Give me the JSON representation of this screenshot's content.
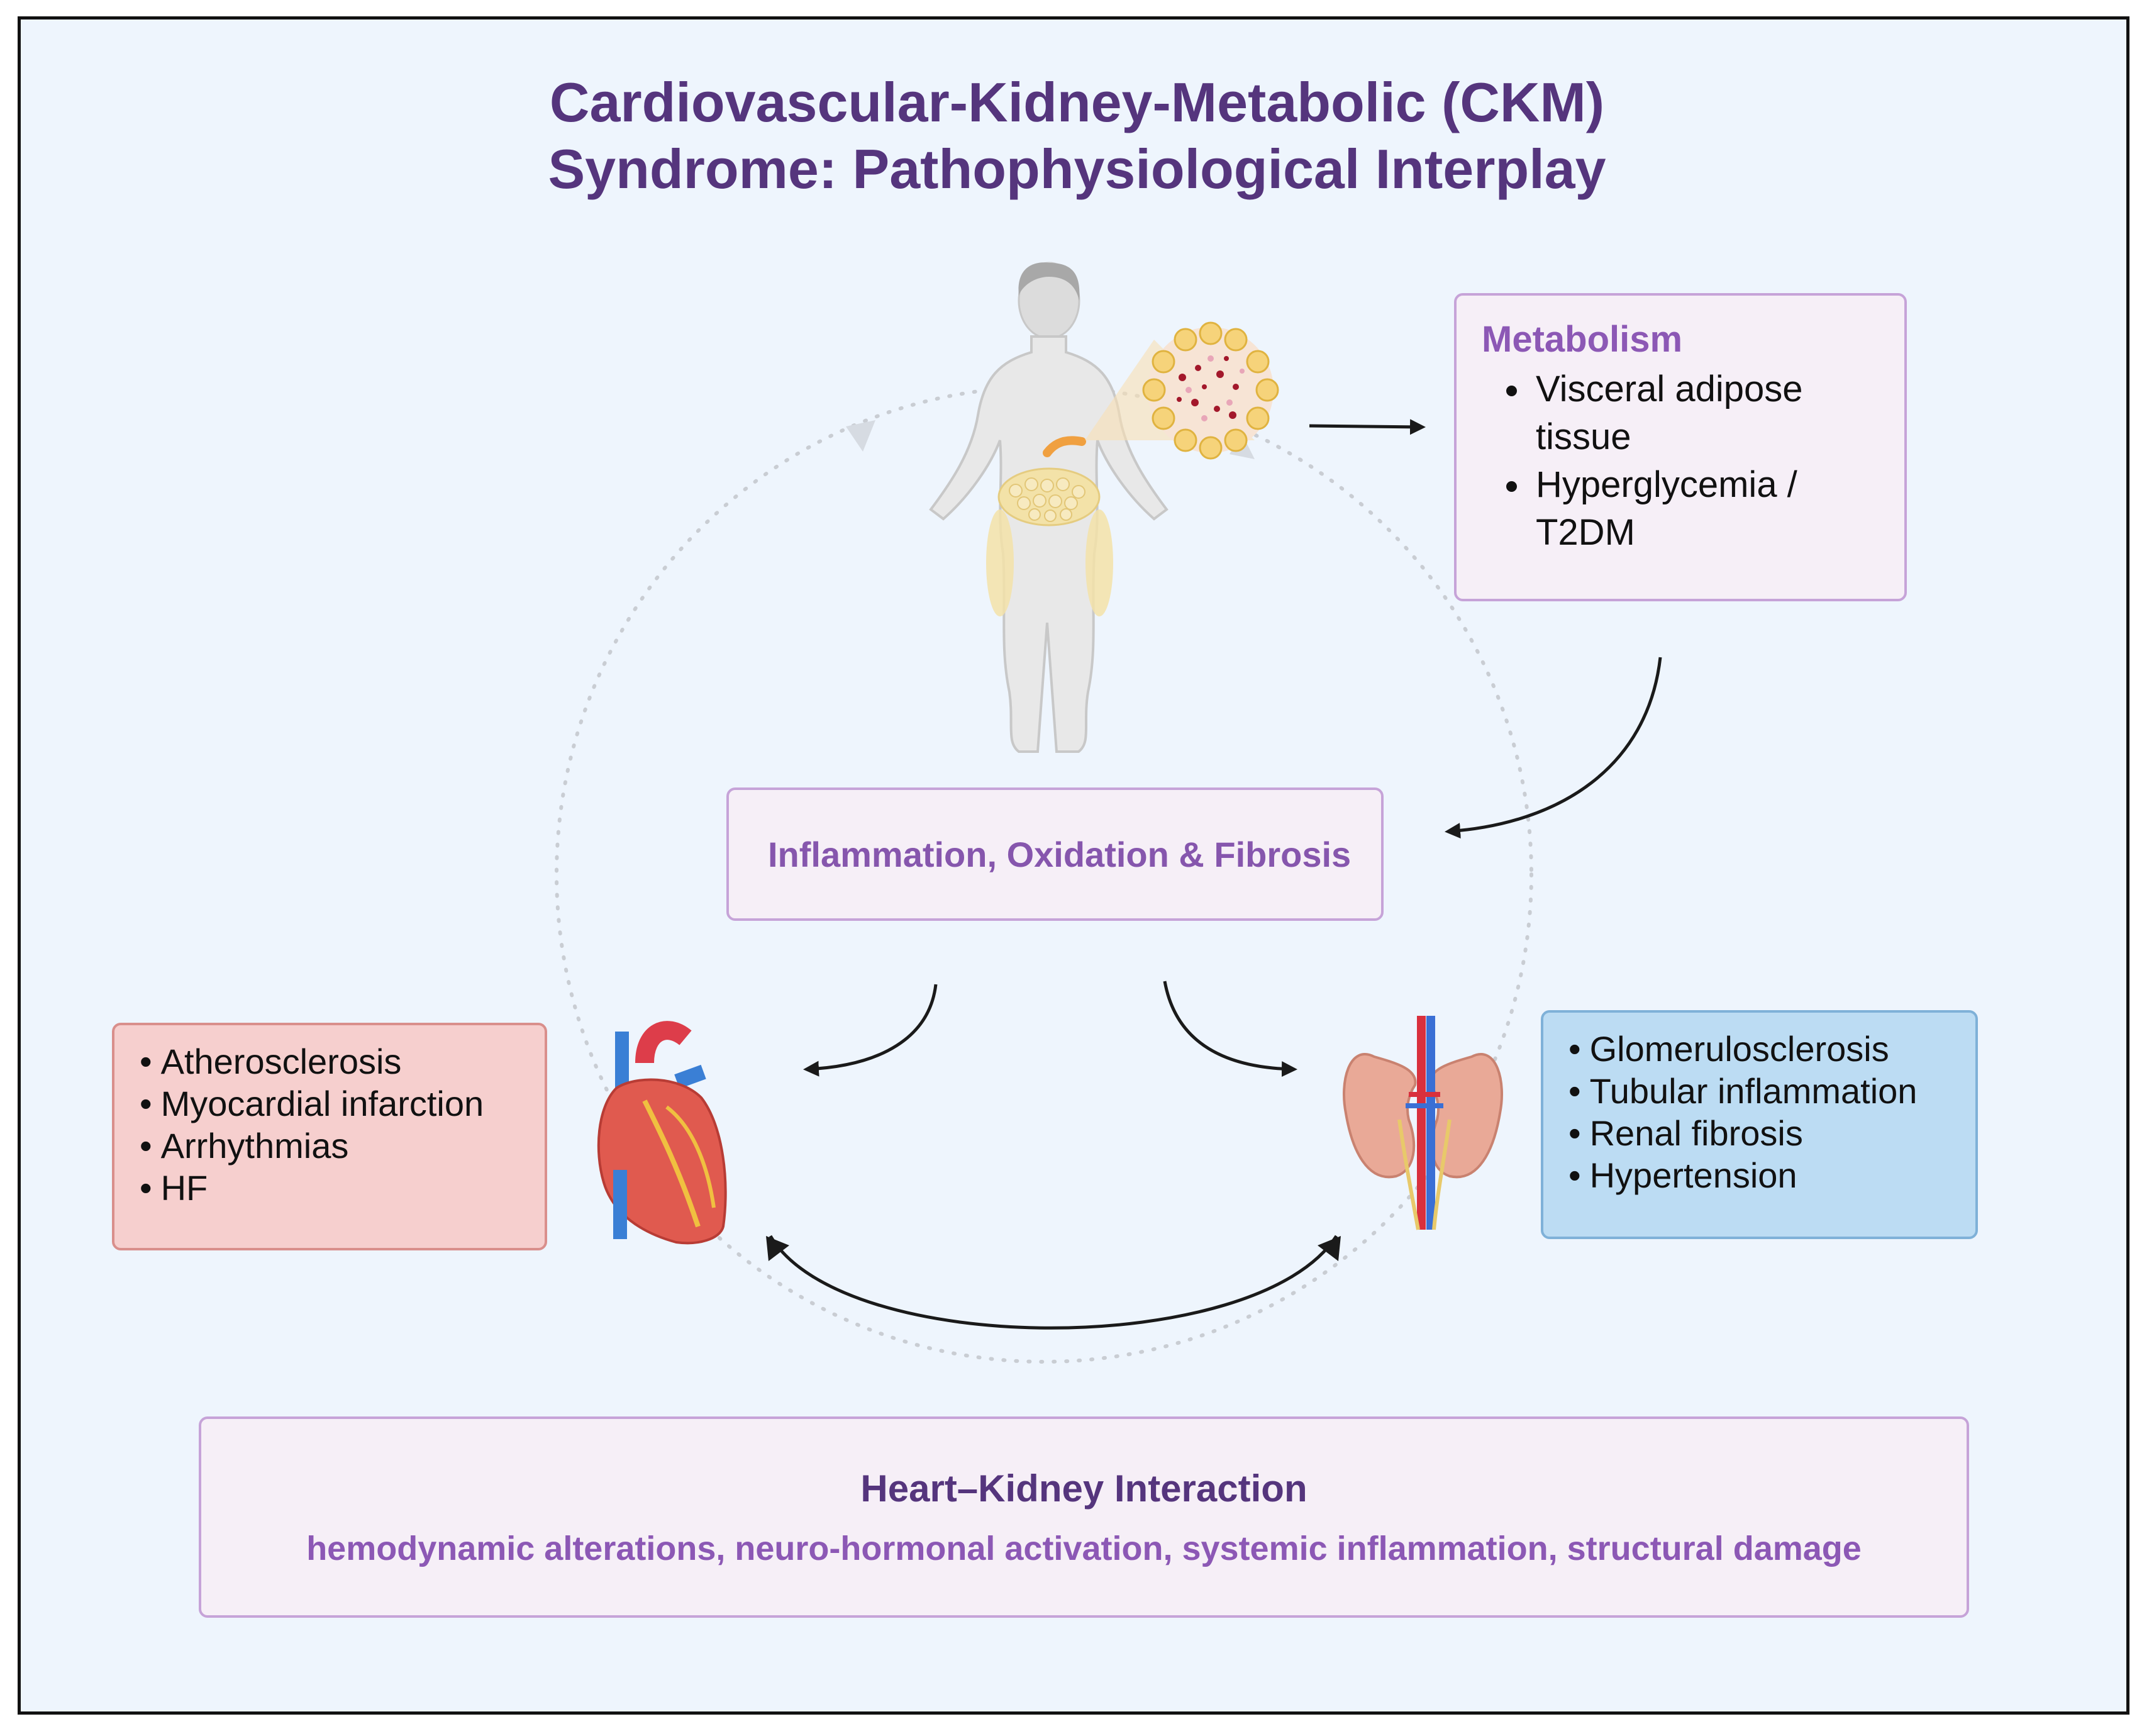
{
  "title": {
    "line1": "Cardiovascular-Kidney-Metabolic (CKM)",
    "line2": "Syndrome: Pathophysiological Interplay"
  },
  "metabolism": {
    "heading": "Metabolism",
    "items": [
      "Visceral adipose tissue",
      "Hyperglycemia / T2DM"
    ]
  },
  "inflammation": {
    "label": "Inflammation, Oxidation & Fibrosis"
  },
  "heart_box": {
    "items": [
      "Atherosclerosis",
      "Myocardial infarction",
      "Arrhythmias",
      "HF"
    ]
  },
  "kidney_box": {
    "items": [
      "Glomerulosclerosis",
      "Tubular inflammation",
      "Renal fibrosis",
      "Hypertension"
    ]
  },
  "heart_kidney": {
    "title": "Heart–Kidney Interaction",
    "subtitle": "hemodynamic alterations, neuro-hormonal activation, systemic inflammation, structural damage"
  },
  "colors": {
    "background": "#eef5fd",
    "title": "#55357d",
    "accent_purple": "#8c58b5",
    "heart_box": "#f6cfce",
    "kidney_box": "#bcdcf3"
  },
  "icons": [
    "human-body-icon",
    "adipose-tissue-icon",
    "heart-icon",
    "kidney-icon"
  ]
}
